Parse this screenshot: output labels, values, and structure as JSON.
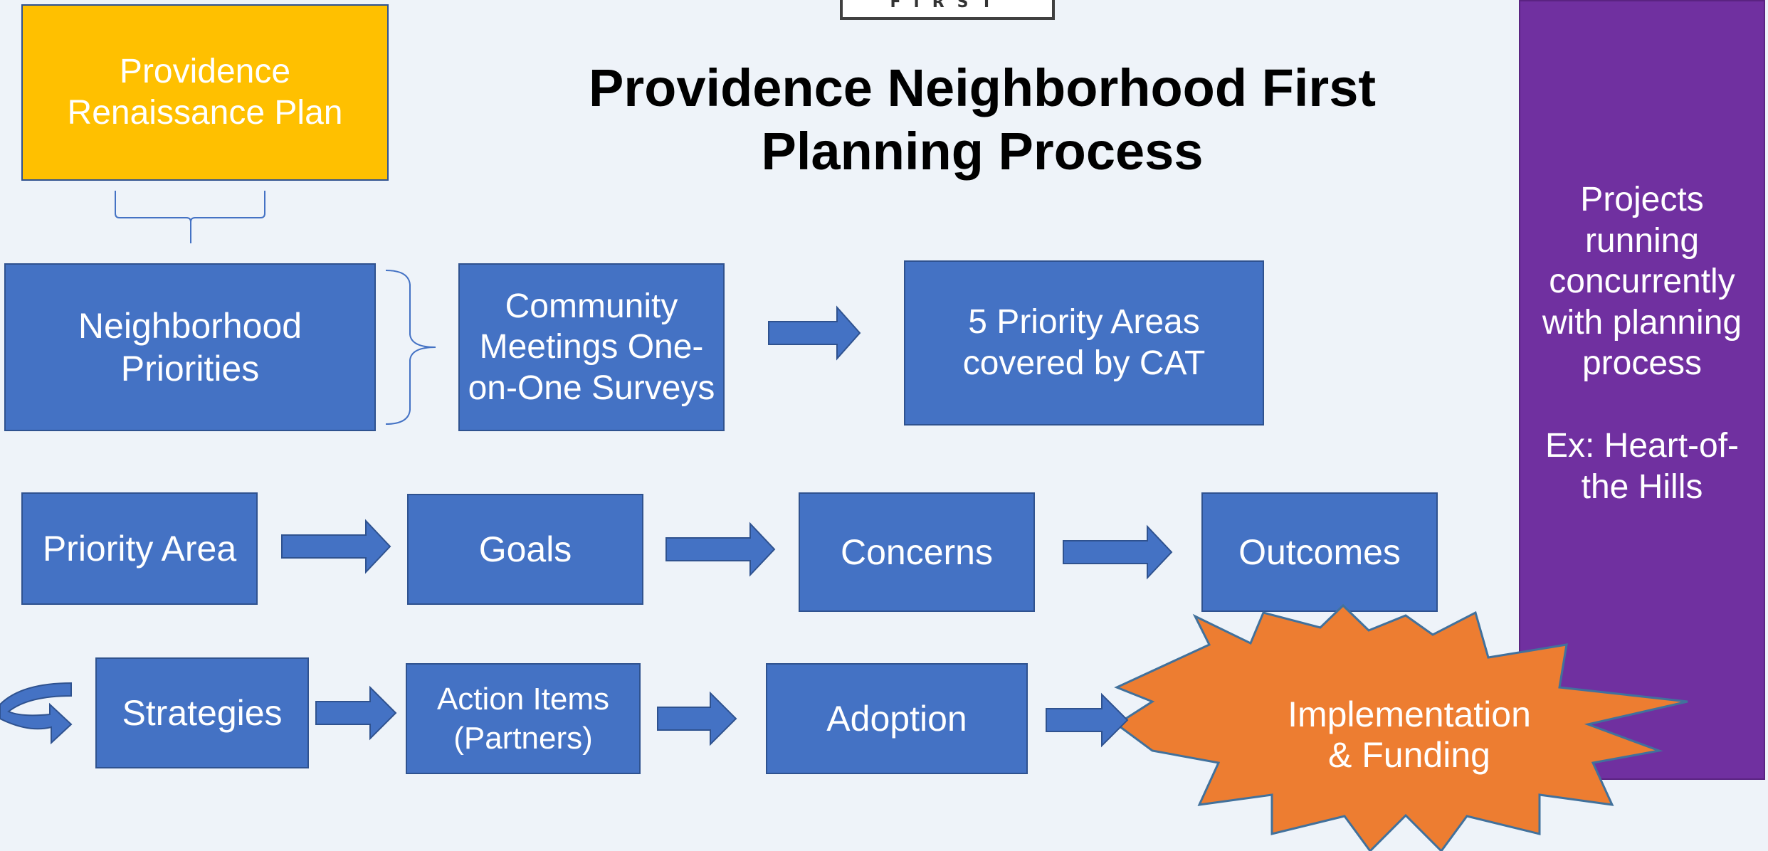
{
  "title_line1": "Providence Neighborhood First",
  "title_line2": "Planning Process",
  "logo_text": "FIRST",
  "boxes": {
    "renaissance_plan": "Providence Renaissance Plan",
    "neighborhood_priorities": "Neighborhood Priorities",
    "community_meetings": "Community Meetings One-on-One Surveys",
    "priority_areas_cat": "5 Priority Areas covered by CAT",
    "priority_area": "Priority Area",
    "goals": "Goals",
    "concerns": "Concerns",
    "outcomes": "Outcomes",
    "strategies": "Strategies",
    "action_items_line1": "Action Items",
    "action_items_line2": "(Partners)",
    "adoption": "Adoption",
    "implementation_line1": "Implementation",
    "implementation_line2": "& Funding"
  },
  "sidebar": {
    "text": "Projects running concurrently with planning process",
    "example": "Ex: Heart-of-the Hills"
  },
  "colors": {
    "blue": "#4472c4",
    "gold": "#ffc000",
    "purple": "#7030a0",
    "orange": "#ed7d31",
    "background": "#eef3f9"
  }
}
